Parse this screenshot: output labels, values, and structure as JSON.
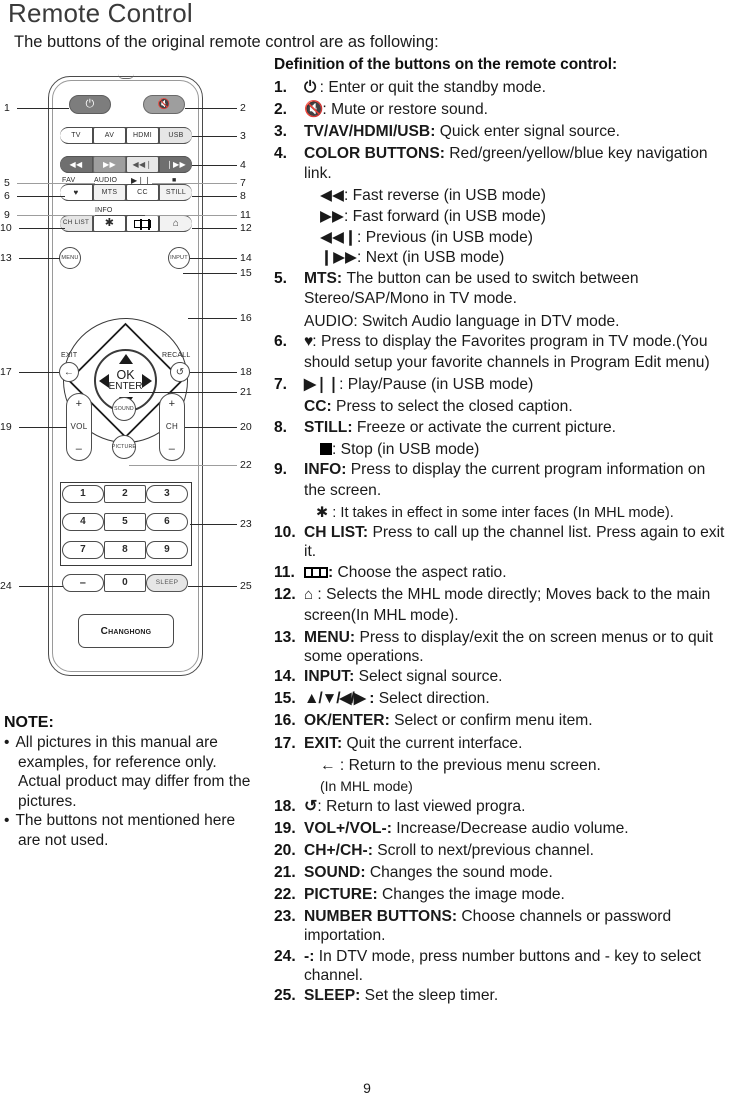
{
  "header": {
    "title": "Remote Control",
    "intro": "The buttons of the original remote control are as following:"
  },
  "remote": {
    "power_icon": "power-icon",
    "mute_icon": "mute-icon",
    "source_buttons": [
      "TV",
      "AV",
      "HDMI",
      "USB"
    ],
    "media_buttons": [
      "fast-reverse-icon",
      "fast-forward-icon",
      "previous-icon",
      "next-icon"
    ],
    "row_labels_1": [
      "FAV",
      "AUDIO",
      "play-pause-icon",
      "stop-icon"
    ],
    "row_buttons_1": [
      "heart-icon",
      "MTS",
      "CC",
      "STILL"
    ],
    "row_label_info": "INFO",
    "row_buttons_2": [
      "CH LIST",
      "asterisk-icon",
      "aspect-ratio-icon",
      "home-icon"
    ],
    "menu_button": "MENU",
    "input_button": "INPUT",
    "ok_label": "OK",
    "enter_label": "ENTER",
    "exit_label": "EXIT",
    "recall_label": "RECALL",
    "vol_label": "VOL",
    "ch_label": "CH",
    "plus": "+",
    "minus": "–",
    "sound_button": "SOUND",
    "picture_button": "PICTURE",
    "numbers": [
      "1",
      "2",
      "3",
      "4",
      "5",
      "6",
      "7",
      "8",
      "9"
    ],
    "dash_button": "–",
    "zero_button": "0",
    "sleep_button": "SLEEP",
    "brand": "Changhong",
    "callouts": [
      "1",
      "2",
      "3",
      "4",
      "5",
      "6",
      "7",
      "8",
      "9",
      "10",
      "11",
      "12",
      "13",
      "14",
      "15",
      "16",
      "17",
      "18",
      "19",
      "20",
      "21",
      "22",
      "23",
      "24",
      "25"
    ]
  },
  "note": {
    "heading": "NOTE:",
    "items": [
      "All pictures in this manual are examples, for reference only. Actual product may differ from the pictures.",
      "The buttons not mentioned here are not used."
    ]
  },
  "definitions": {
    "title": "Definition of the buttons on the remote control:",
    "items": [
      {
        "num": "1.",
        "term": "⏻",
        "term_bold": false,
        "sep": " : ",
        "text": "Enter or quit the standby mode."
      },
      {
        "num": "2.",
        "term": " ",
        "term_bold": false,
        "sep": ": ",
        "text": "Mute or restore sound."
      },
      {
        "num": "3.",
        "term": "TV/AV/HDMI/USB",
        "term_bold": true,
        "sep": ": ",
        "text": "Quick enter signal source."
      },
      {
        "num": "4.",
        "term": "COLOR BUTTONS",
        "term_bold": true,
        "sep": ": ",
        "text": "Red/green/yellow/blue key navigation link."
      },
      {
        "num": "5.",
        "term": "MTS",
        "term_bold": true,
        "sep": ": ",
        "text": "The button can be used to switch between Stereo/SAP/Mono in TV mode."
      },
      {
        "num": "6.",
        "term": "♥",
        "term_bold": false,
        "sep": ": ",
        "text": "Press to display the Favorites program in TV mode.(You should setup your favorite channels in Program Edit menu)"
      },
      {
        "num": "7.",
        "term": "▶❙",
        "term_bold": false,
        "sep": ": ",
        "text": "Play/Pause (in USB mode)"
      },
      {
        "num": "8.",
        "term": "STILL",
        "term_bold": true,
        "sep": ": ",
        "text": "Freeze or activate the current picture."
      },
      {
        "num": "9.",
        "term": "INFO",
        "term_bold": true,
        "sep": ": ",
        "text": "Press to display the current program information on the screen."
      },
      {
        "num": "10.",
        "term": "CH LIST",
        "term_bold": true,
        "sep": ": ",
        "text": "Press to call up the channel list. Press again to exit it."
      },
      {
        "num": "11.",
        "term": "aspect-ratio-icon",
        "term_bold": false,
        "sep": ": ",
        "text": "Choose the aspect ratio."
      },
      {
        "num": "12.",
        "term": "⌂",
        "term_bold": false,
        "sep": " : ",
        "text": "Selects the MHL mode directly; Moves back to the main screen(In MHL mode)."
      },
      {
        "num": "13.",
        "term": "MENU",
        "term_bold": true,
        "sep": ": ",
        "text": "Press to display/exit the on screen menus or to quit some operations."
      },
      {
        "num": "14.",
        "term": "INPUT",
        "term_bold": true,
        "sep": ": ",
        "text": "Select signal source."
      },
      {
        "num": "15.",
        "term": "▲/▼/◀/▶",
        "term_bold": false,
        "sep": " : ",
        "text": "Select direction."
      },
      {
        "num": "16.",
        "term": "OK/ENTER",
        "term_bold": true,
        "sep": ": ",
        "text": "Select or confirm menu item."
      },
      {
        "num": "17.",
        "term": "EXIT",
        "term_bold": true,
        "sep": ": ",
        "text": "Quit the current interface."
      },
      {
        "num": "18.",
        "term": "↺",
        "term_bold": false,
        "sep": ": ",
        "text": "Return to last viewed progra."
      },
      {
        "num": "19.",
        "term": "VOL+/VOL-",
        "term_bold": true,
        "sep": ": ",
        "text": "Increase/Decrease audio volume."
      },
      {
        "num": "20.",
        "term": "CH+/CH-",
        "term_bold": true,
        "sep": ": ",
        "text": "Scroll to next/previous channel."
      },
      {
        "num": "21.",
        "term": "SOUND",
        "term_bold": true,
        "sep": ": ",
        "text": "Changes the sound mode."
      },
      {
        "num": "22.",
        "term": "PICTURE",
        "term_bold": true,
        "sep": ": ",
        "text": "Changes the image mode."
      },
      {
        "num": "23.",
        "term": "NUMBER BUTTONS",
        "term_bold": true,
        "sep": ": ",
        "text": "Choose channels or password importation."
      },
      {
        "num": "24.",
        "term": "-",
        "term_bold": true,
        "sep": ": ",
        "text": "In DTV mode, press number buttons and - key to select channel."
      },
      {
        "num": "25.",
        "term": "SLEEP",
        "term_bold": true,
        "sep": ": ",
        "text": "Set the sleep timer."
      }
    ],
    "sub_lines": {
      "fast_reverse": "◀◀: Fast reverse (in USB mode)",
      "fast_forward": "▶▶: Fast forward (in USB mode)",
      "previous": "◀◀❙: Previous (in USB mode)",
      "next": "❙▶▶: Next (in USB mode)",
      "audio": "AUDIO: Switch Audio language in DTV mode.",
      "cc": "CC: Press to select the closed caption.",
      "stop": ": Stop (in USB mode)",
      "asterisk": "✱ : It takes in effect in some inter faces (In MHL mode).",
      "exit_arrow": "← : Return to the previous menu screen.",
      "exit_mhl": "(In MHL mode)"
    }
  },
  "footer": {
    "page_number": "9"
  }
}
